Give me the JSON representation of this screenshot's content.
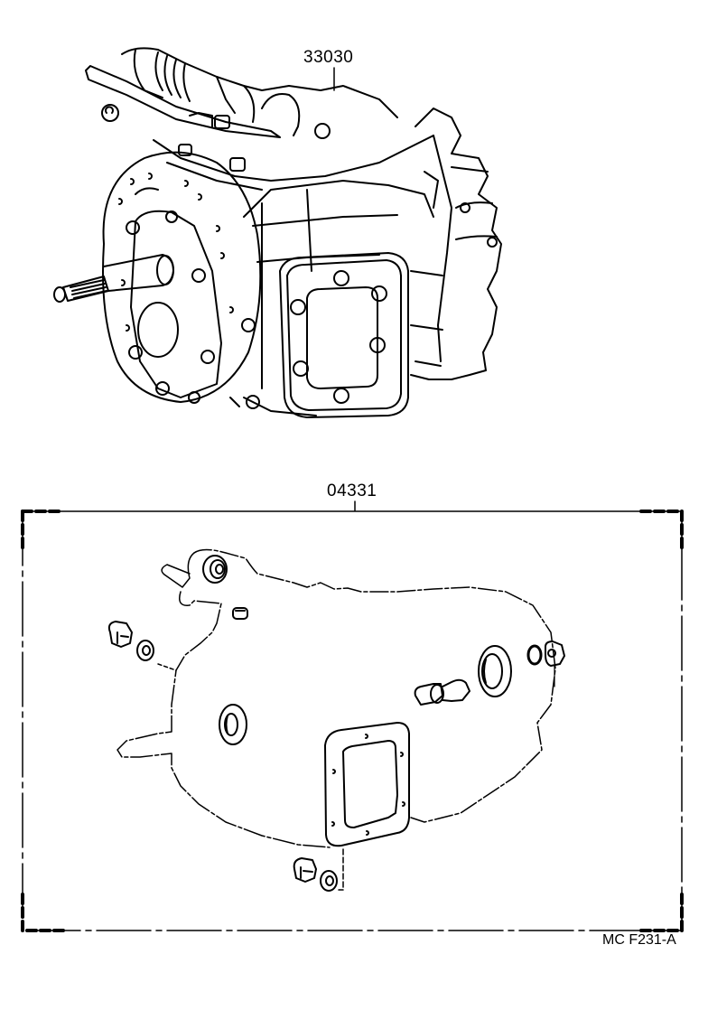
{
  "diagram": {
    "type": "parts-exploded-view",
    "colors": {
      "line": "#000000",
      "background": "#ffffff"
    },
    "assemblies": [
      {
        "part_number": "33030",
        "description": "transmission assembly"
      },
      {
        "part_number": "04331",
        "description": "gasket kit (overhaul kit)"
      }
    ],
    "kit_components": [
      "oil-seal",
      "plug",
      "washer-seal",
      "bearing-cap",
      "oil-seal-large",
      "o-ring",
      "drain-plug",
      "speedometer-sleeve",
      "cover-gasket",
      "case-gasket"
    ],
    "figure_code": "MC F231-A"
  }
}
